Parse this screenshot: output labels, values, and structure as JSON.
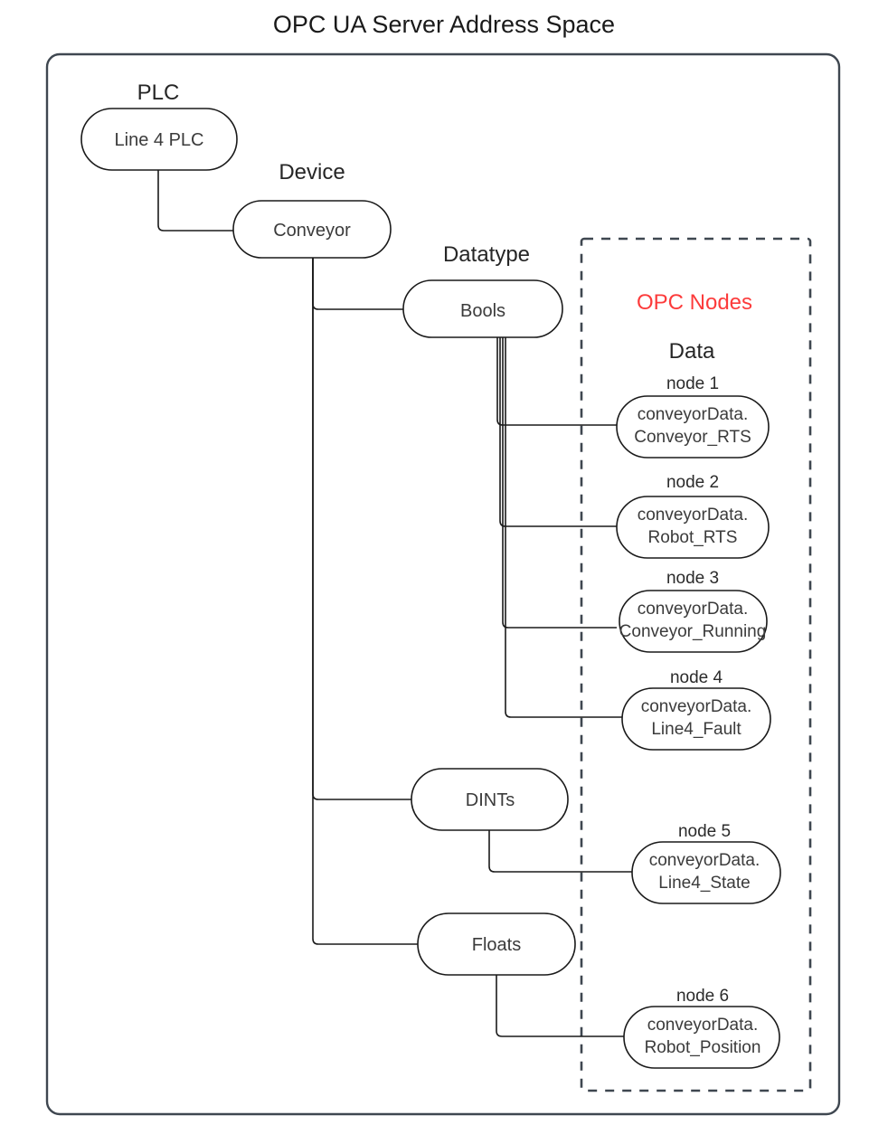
{
  "title": "OPC UA Server Address Space",
  "frame": {
    "name": "address-space-frame"
  },
  "groups": {
    "plc_label": "PLC",
    "device_label": "Device",
    "datatype_label": "Datatype",
    "opc_nodes_label": "OPC Nodes",
    "data_label": "Data"
  },
  "colors": {
    "accent_red": "#fc3b3b",
    "frame_border": "#3f4750",
    "node_stroke": "#1a1a1a",
    "text": "#3b3b3b"
  },
  "nodes": {
    "plc": "Line 4 PLC",
    "device": "Conveyor",
    "datatypes": [
      {
        "label": "Bools"
      },
      {
        "label": "DINTs"
      },
      {
        "label": "Floats"
      }
    ],
    "opc_nodes": [
      {
        "caption": "node 1",
        "line1": "conveyorData.",
        "line2": "Conveyor_RTS"
      },
      {
        "caption": "node 2",
        "line1": "conveyorData.",
        "line2": "Robot_RTS"
      },
      {
        "caption": "node 3",
        "line1": "conveyorData.",
        "line2": "Conveyor_Running"
      },
      {
        "caption": "node 4",
        "line1": "conveyorData.",
        "line2": "Line4_Fault"
      },
      {
        "caption": "node 5",
        "line1": "conveyorData.",
        "line2": "Line4_State"
      },
      {
        "caption": "node 6",
        "line1": "conveyorData.",
        "line2": "Robot_Position"
      }
    ]
  }
}
